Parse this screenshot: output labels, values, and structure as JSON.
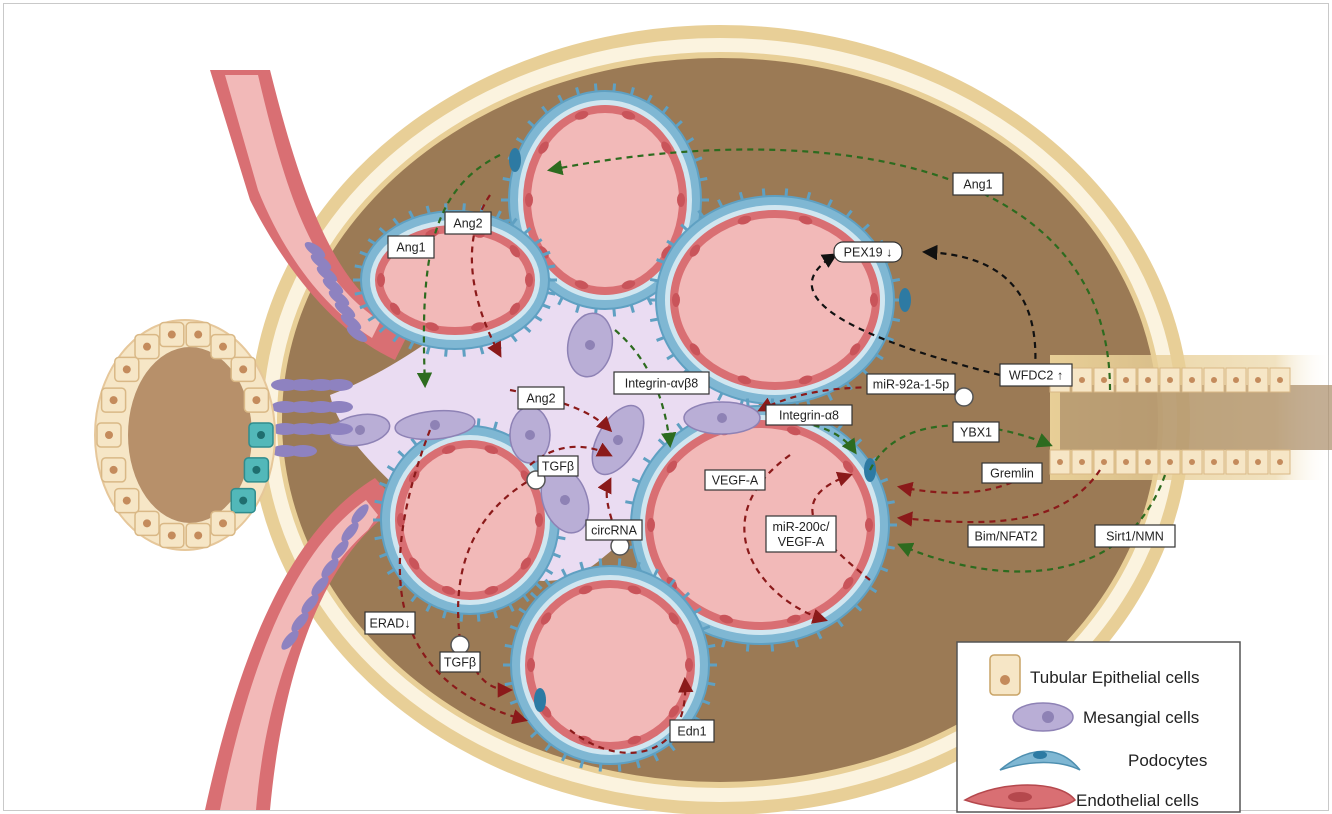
{
  "labels": {
    "ang1_left": "Ang1",
    "ang1_right": "Ang1",
    "ang2_top": "Ang2",
    "ang2_mid": "Ang2",
    "pex19": "PEX19 ↓",
    "wfdc2": "WFDC2 ↑",
    "mir92a": "miR-92a-1-5p",
    "integrin_avb8": "Integrin-αvβ8",
    "integrin_a8": "Integrin-α8",
    "ybx1": "YBX1",
    "tgfb_mid": "TGFβ",
    "tgfb_low": "TGFβ",
    "gremlin": "Gremlin",
    "bim_nfat2": "Bim/NFAT2",
    "sirt1_nmn": "Sirt1/NMN",
    "vegf_a": "VEGF-A",
    "mir200c_line1": "miR-200c/",
    "mir200c_line2": "VEGF-A",
    "circrna": "circRNA",
    "erad": "ERAD↓",
    "edn1": "Edn1"
  },
  "legend": {
    "tubular": "Tubular Epithelial cells",
    "mesangial": "Mesangial cells",
    "podocytes": "Podocytes",
    "endothelial": "Endothelial cells"
  },
  "colors": {
    "capsule": "#e8cf97",
    "bowman_space": "#9b7a55",
    "mesangium": "#eadcf2",
    "capillary": "#f2b9b8",
    "endothelial_cell": "#d96f73",
    "podocyte": "#7fb7d3",
    "mesangial_cell": "#b9aed6",
    "tubule_cell": "#f6e6c6",
    "macula_densa": "#52b8b9",
    "arrow_green": "#2d6b1f",
    "arrow_red": "#8b1a1a",
    "arrow_black": "#111111"
  }
}
